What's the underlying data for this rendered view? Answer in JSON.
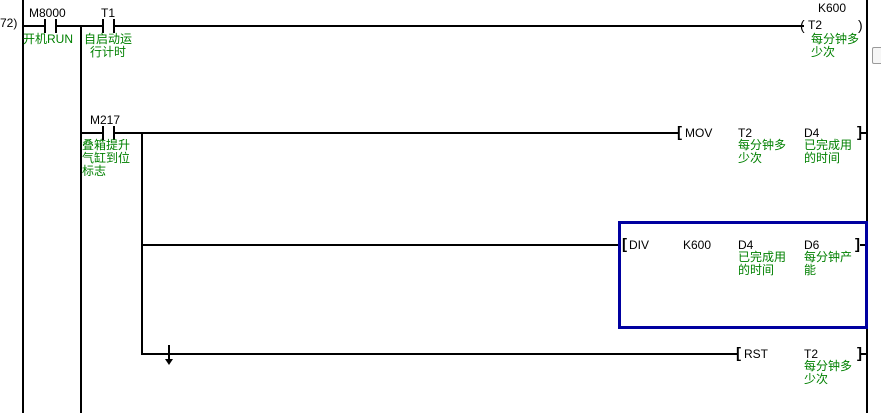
{
  "editor": {
    "step_number": "72)",
    "colors": {
      "wire": "#000000",
      "comment_green": "#008000",
      "selection_blue": "#0000a0"
    },
    "contacts": {
      "m8000": {
        "label": "M8000",
        "comment_lines": [
          "开机RUN"
        ]
      },
      "t1": {
        "label": "T1",
        "comment_lines": [
          "自启动运",
          "行计时"
        ]
      },
      "m217": {
        "label": "M217",
        "comment_lines": [
          "叠箱提升",
          "气缸到位",
          "标志"
        ]
      }
    },
    "coil_t2": {
      "preset": "K600",
      "open_paren": "(",
      "device": "T2",
      "close_paren": ")",
      "comment_lines": [
        "每分钟多",
        "少次"
      ]
    },
    "instructions": {
      "mov": {
        "open_bracket": "[",
        "name": "MOV",
        "close_bracket": "]",
        "operands": [
          {
            "device": "T2",
            "comment_lines": [
              "每分钟多",
              "少次"
            ]
          },
          {
            "device": "D4",
            "comment_lines": [
              "已完成用",
              "的时间"
            ]
          }
        ]
      },
      "div": {
        "open_bracket": "[",
        "name": "DIV",
        "close_bracket": "]",
        "operands": [
          {
            "device": "K600",
            "comment_lines": []
          },
          {
            "device": "D4",
            "comment_lines": [
              "已完成用",
              "的时间"
            ]
          },
          {
            "device": "D6",
            "comment_lines": [
              "每分钟产",
              "能"
            ]
          }
        ],
        "selected": true
      },
      "rst": {
        "open_bracket": "[",
        "name": "RST",
        "close_bracket": "]",
        "operands": [
          {
            "device": "T2",
            "comment_lines": [
              "每分钟多",
              "少次"
            ]
          }
        ]
      }
    }
  }
}
